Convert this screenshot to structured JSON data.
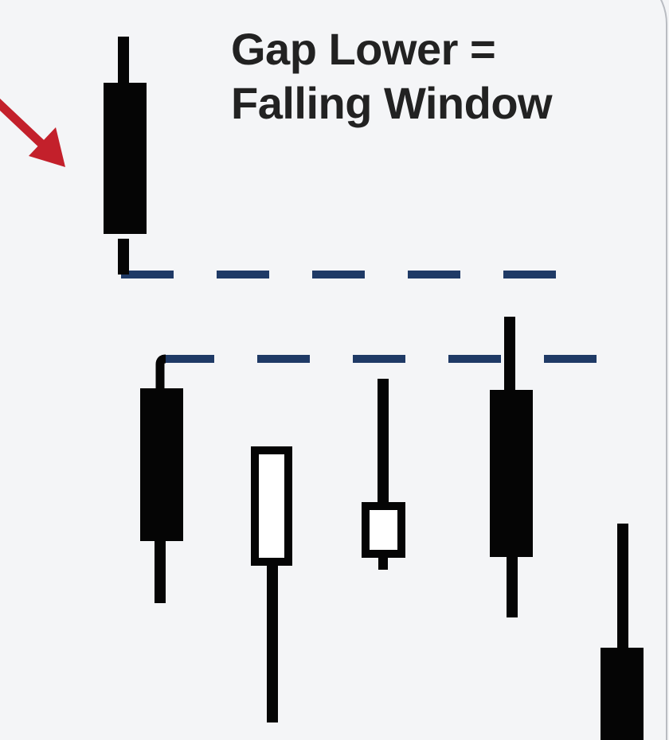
{
  "title": {
    "line1": "Gap Lower =",
    "line2": "Falling Window"
  },
  "colors": {
    "candle": "#050505",
    "hollow_fill": "#ffffff",
    "gap_line": "#1f3a66",
    "arrow": "#c3202b",
    "text": "#222222"
  },
  "candles": [
    {
      "name": "pre-gap-candle",
      "type": "filled"
    },
    {
      "name": "candle-2",
      "type": "filled"
    },
    {
      "name": "candle-3",
      "type": "hollow"
    },
    {
      "name": "candle-4",
      "type": "hollow"
    },
    {
      "name": "candle-5",
      "type": "filled"
    },
    {
      "name": "candle-6",
      "type": "filled"
    }
  ],
  "gap_lines": [
    {
      "name": "gap-upper-line",
      "style": "dashed"
    },
    {
      "name": "gap-lower-line",
      "style": "dashed"
    }
  ],
  "icons": {
    "pointer": "arrow-icon"
  }
}
